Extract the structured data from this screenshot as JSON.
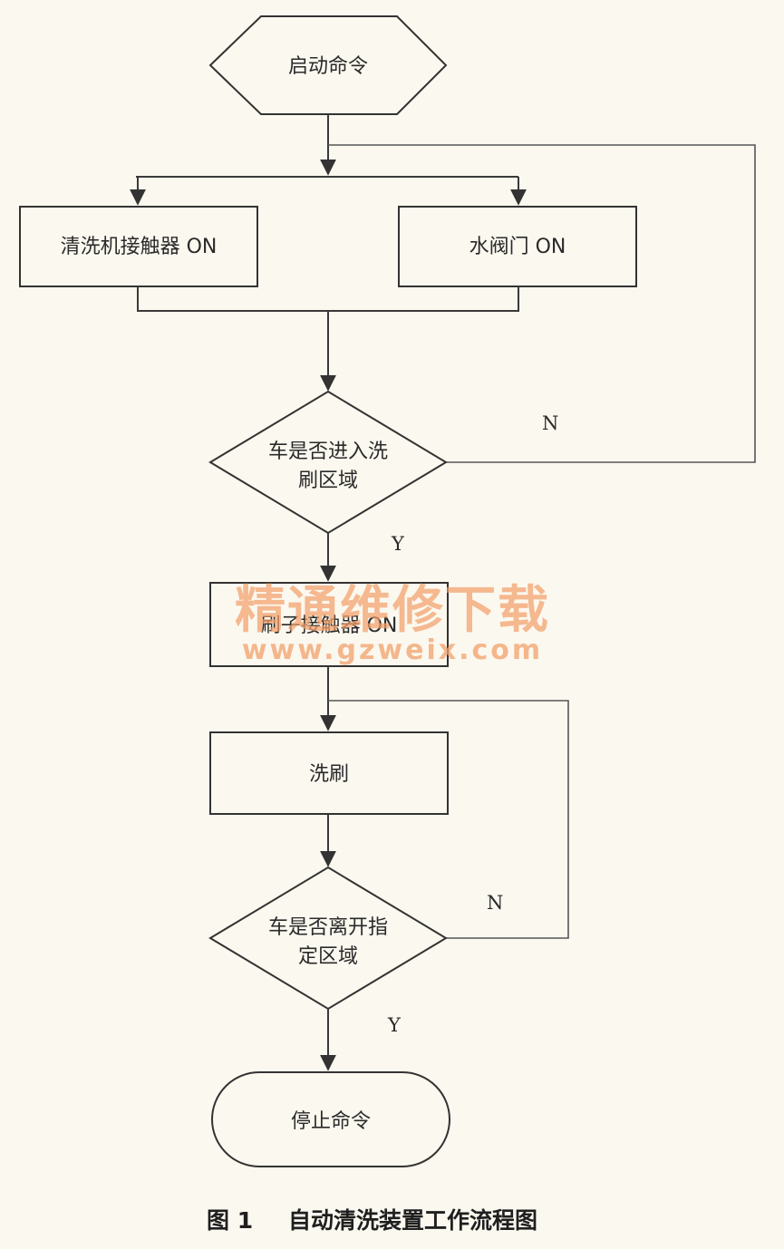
{
  "nodes": {
    "start": "启动命令",
    "contactor_washer": "清洗机接触器 ON",
    "water_valve": "水阀门 ON",
    "decision_enter_l1": "车是否进入洗",
    "decision_enter_l2": "刷区域",
    "brush_contactor": "刷子接触器 ON",
    "wash": "洗刷",
    "decision_leave_l1": "车是否离开指",
    "decision_leave_l2": "定区域",
    "stop": "停止命令"
  },
  "labels": {
    "no1": "N",
    "yes1": "Y",
    "no2": "N",
    "yes2": "Y"
  },
  "watermark": {
    "line1": "精通维修下载",
    "line2": "www.gzweix.com"
  },
  "caption": {
    "number": "图 1",
    "title": "自动清洗装置工作流程图"
  }
}
